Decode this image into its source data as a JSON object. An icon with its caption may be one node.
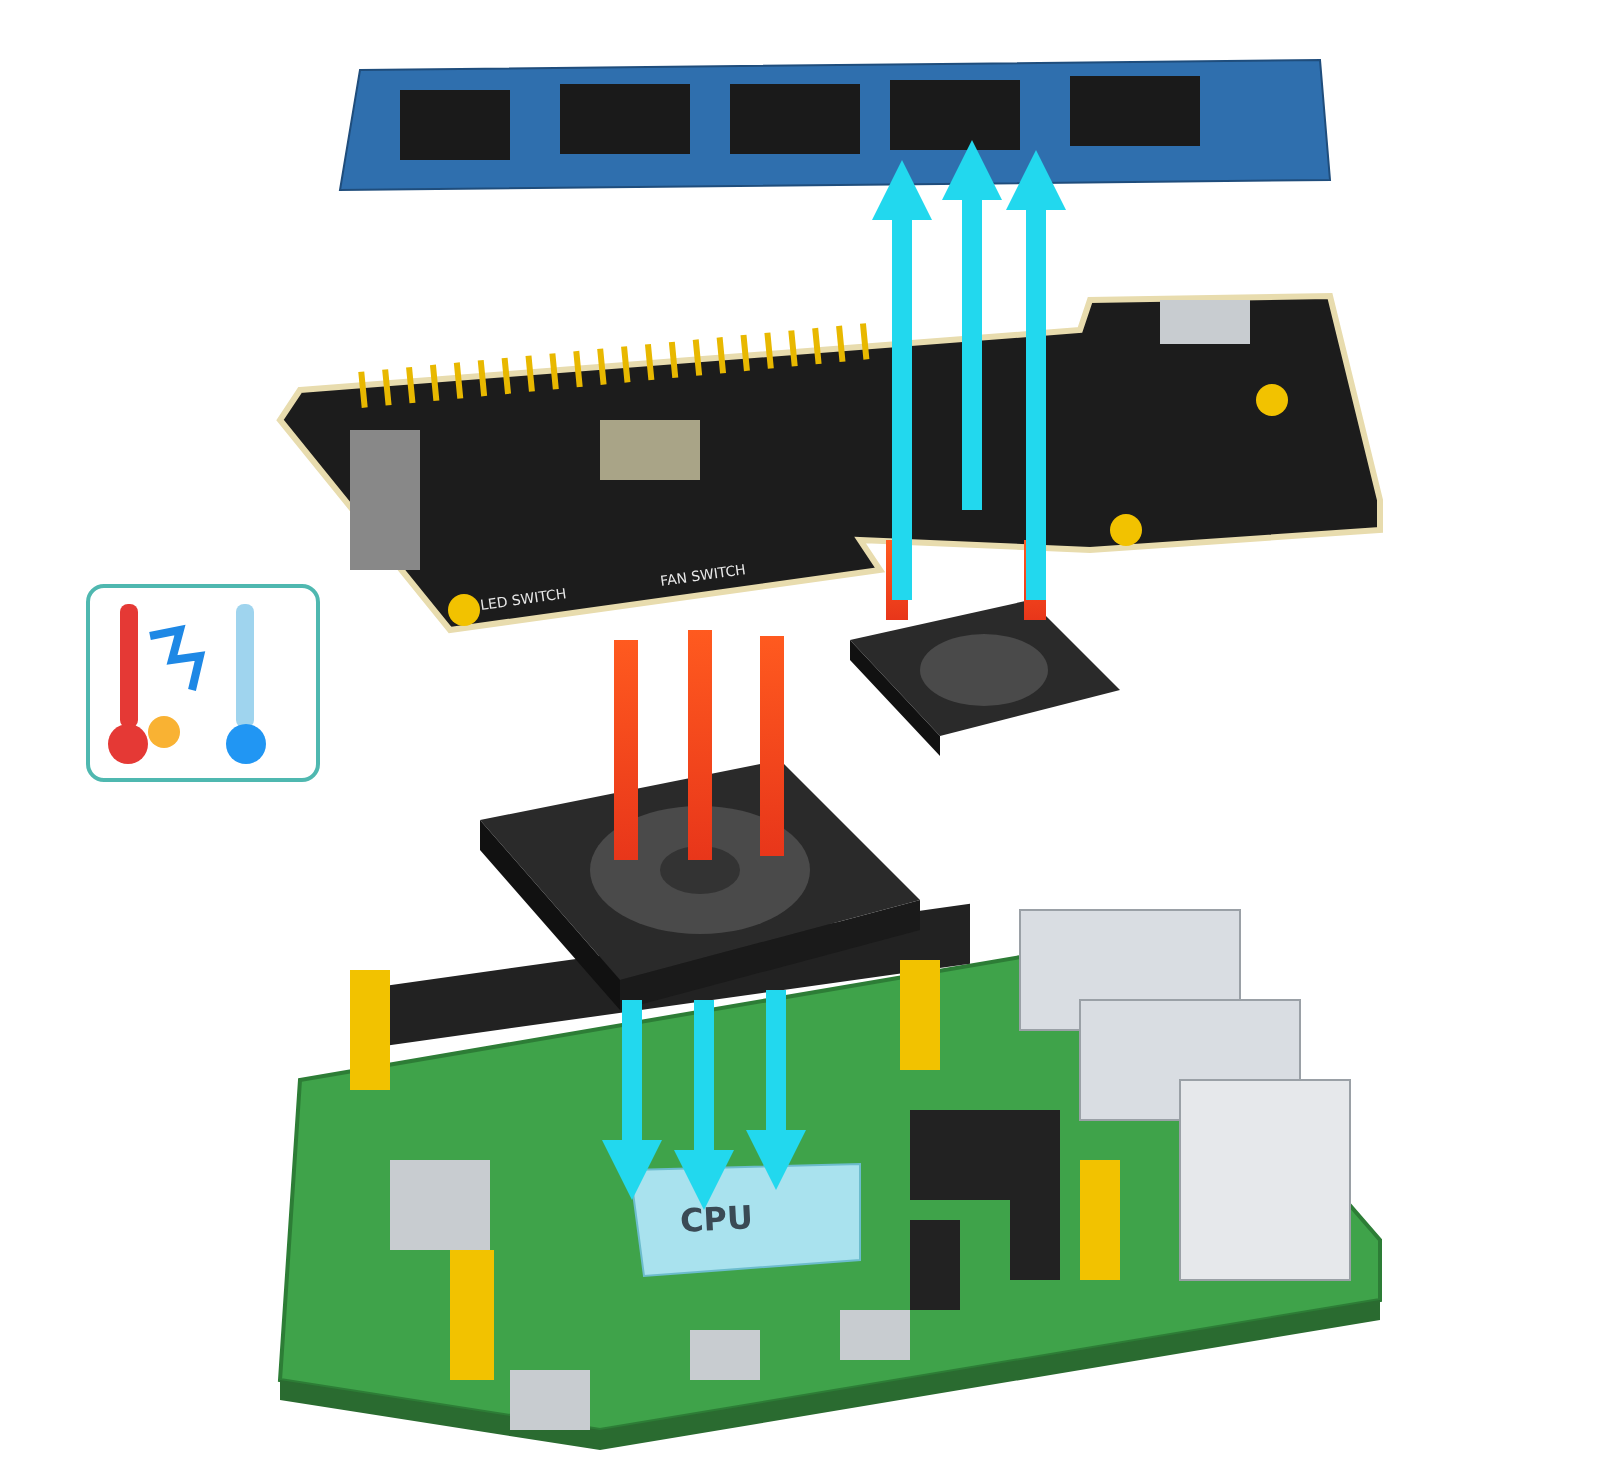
{
  "diagram": {
    "labels": [
      "LED SWITCH",
      "FAN SWITCH",
      "CPU"
    ]
  }
}
